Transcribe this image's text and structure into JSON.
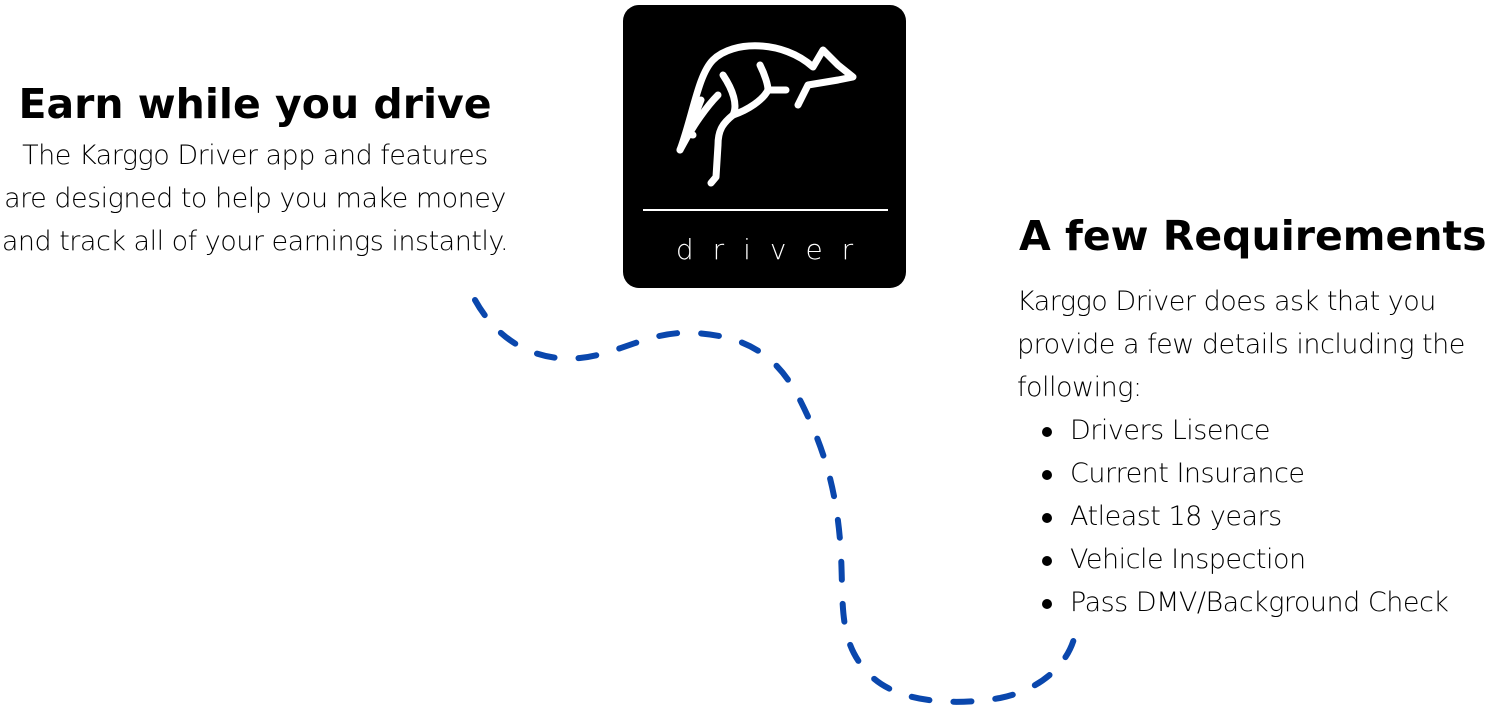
{
  "left": {
    "title": "Earn while you drive",
    "body": "The Karggo Driver app and features are designed to help you make money and track all of your earnings instantly."
  },
  "logo": {
    "wordmark": "driver",
    "icon": "kangaroo-icon"
  },
  "right": {
    "title": "A few Requirements",
    "intro": "Karggo Driver does ask that you provide a few details including the following:",
    "items": [
      "Drivers Lisence",
      "Current Insurance",
      "Atleast 18 years",
      "Vehicle Inspection",
      "Pass DMV/Background Check"
    ]
  },
  "colors": {
    "dashed_line": "#0a47ad",
    "logo_bg": "#000000"
  }
}
